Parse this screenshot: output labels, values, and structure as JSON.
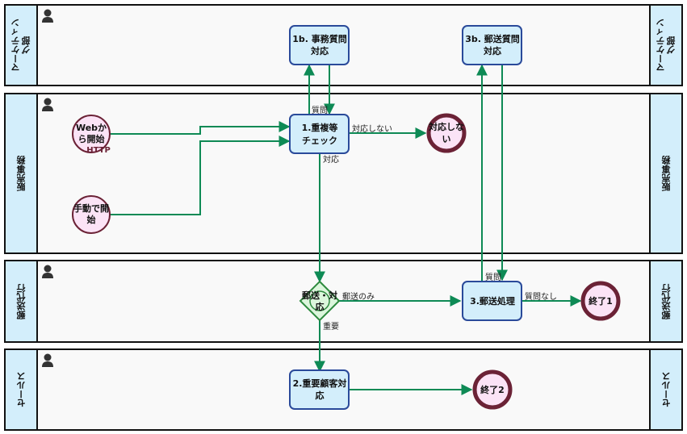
{
  "lanes": [
    {
      "id": "marketing",
      "label": "マーケティン\nグ部"
    },
    {
      "id": "sales_admin",
      "label": "販売事務"
    },
    {
      "id": "shipping",
      "label": "郵送代行"
    },
    {
      "id": "sales",
      "label": "セールス"
    }
  ],
  "nodes": {
    "task_1b": {
      "line1": "1b. 事務質問",
      "line2": "対応"
    },
    "task_3b": {
      "line1": "3b. 郵送質問",
      "line2": "対応"
    },
    "task_1": {
      "line1": "1.重複等",
      "line2": "チェック"
    },
    "task_3": {
      "line1": "3.郵送処理"
    },
    "task_2": {
      "line1": "2.重要顧客対",
      "line2": "応"
    },
    "start_web": {
      "line1": "Webか",
      "line2": "ら開始",
      "sub": "HTTP"
    },
    "start_manual": {
      "line1": "手動で開",
      "line2": "始"
    },
    "end_no": {
      "line1": "対応しな",
      "line2": "い"
    },
    "end_1": {
      "line1": "終了1"
    },
    "end_2": {
      "line1": "終了2"
    },
    "gateway": {
      "line1": "郵送・対",
      "line2": "応"
    }
  },
  "edge_labels": {
    "q1": "質問",
    "not_handle": "対応しない",
    "handle": "対応",
    "mail_only": "郵送のみ",
    "important": "重要",
    "q3": "質問",
    "no_question": "質問なし"
  },
  "colors": {
    "edge": "#0e8a55",
    "task_fill": "#d3eefb",
    "task_stroke": "#2a4a9a",
    "event_fill": "#fbe3f6",
    "event_stroke": "#6b2236",
    "gateway_fill": "#dcf6dc",
    "gateway_stroke": "#2e8a3e"
  }
}
